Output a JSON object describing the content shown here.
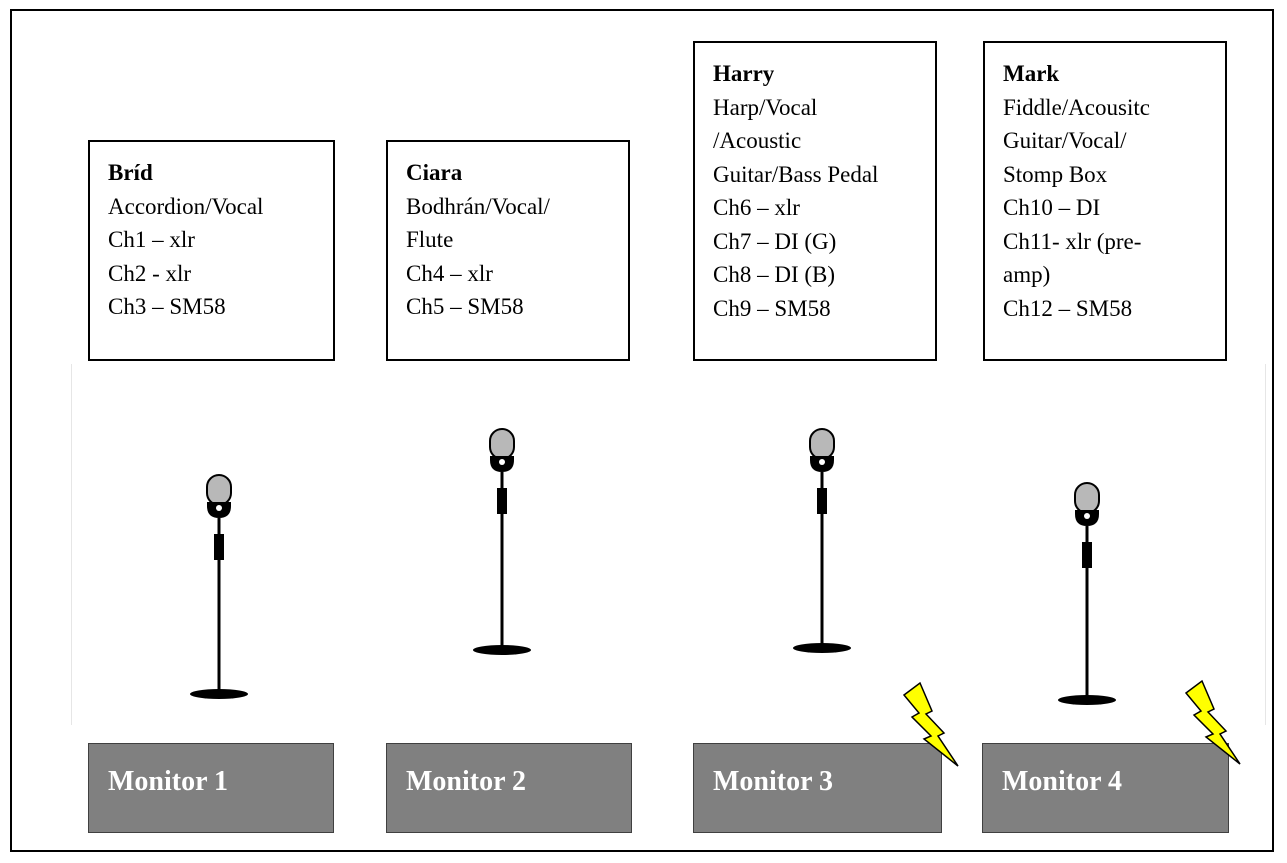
{
  "musicians": [
    {
      "name": "Bríd",
      "lines": [
        "Accordion/Vocal",
        "Ch1 – xlr",
        "Ch2 - xlr",
        "Ch3 – SM58"
      ]
    },
    {
      "name": "Ciara",
      "lines": [
        "Bodhrán/Vocal/",
        "Flute",
        "Ch4 – xlr",
        "Ch5 – SM58"
      ]
    },
    {
      "name": "Harry",
      "lines": [
        "Harp/Vocal",
        "/Acoustic",
        "Guitar/Bass Pedal",
        "Ch6 – xlr",
        "Ch7 – DI (G)",
        "Ch8 – DI (B)",
        "Ch9 – SM58"
      ]
    },
    {
      "name": "Mark",
      "lines": [
        "Fiddle/Acousitc",
        "Guitar/Vocal/",
        "Stomp Box",
        "Ch10 – DI",
        "Ch11- xlr (pre-",
        "amp)",
        "Ch12 – SM58"
      ]
    }
  ],
  "monitors": [
    "Monitor 1",
    "Monitor 2",
    "Monitor 3",
    "Monitor 4"
  ],
  "power_icons": [
    "lightning-bolt",
    "lightning-bolt"
  ],
  "colors": {
    "monitor_fill": "#808080",
    "bolt_fill": "#ffff00",
    "mic_grille": "#b8b8b8"
  }
}
